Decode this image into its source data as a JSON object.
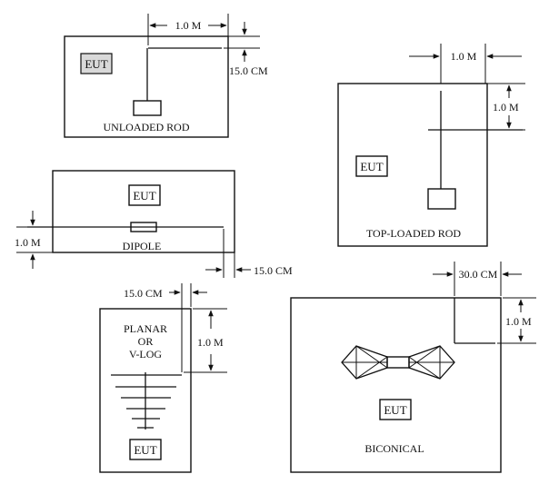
{
  "eut_label": "EUT",
  "panels": {
    "unloaded_rod": {
      "caption": "UNLOADED ROD",
      "dim_top": "1.0 M",
      "dim_side": "15.0 CM"
    },
    "top_loaded_rod": {
      "caption": "TOP-LOADED ROD",
      "dim_top": "1.0 M",
      "dim_side": "1.0 M"
    },
    "dipole": {
      "caption": "DIPOLE",
      "dim_side": "1.0 M",
      "dim_bottom": "15.0 CM"
    },
    "planar": {
      "caption_line1": "PLANAR",
      "caption_line2": "OR",
      "caption_line3": "V-LOG",
      "dim_top": "15.0 CM",
      "dim_side": "1.0 M"
    },
    "biconical": {
      "caption": "BICONICAL",
      "dim_top": "30.0 CM",
      "dim_side": "1.0 M"
    }
  }
}
